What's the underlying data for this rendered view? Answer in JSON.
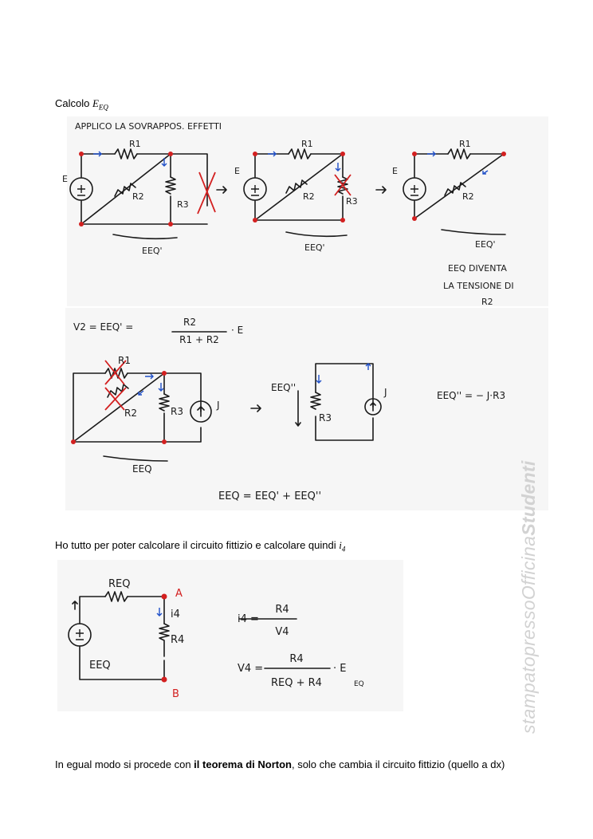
{
  "heading": {
    "prefix": "Calcolo ",
    "var": "E",
    "sub": "EQ"
  },
  "sec1": {
    "top": "APPLICO LA SOVRAPPOS. EFFETTI",
    "c1": {
      "e": "E",
      "r1": "R1",
      "r2": "R2",
      "r3": "R3",
      "eeq": "EEQ'"
    },
    "c2": {
      "e": "E",
      "r1": "R1",
      "r2": "R2",
      "r3": "R3",
      "eeq": "EEQ'"
    },
    "c3": {
      "e": "E",
      "r1": "R1",
      "r2": "R2",
      "eeq": "EEQ'"
    },
    "note": [
      "EEQ DIVENTA",
      "LA TENSIONE DI",
      "R2"
    ]
  },
  "sec2": {
    "v2_lhs": "V2 = EEQ' =",
    "v2_num": "R2",
    "v2_den": "R1 + R2",
    "v2_tail": "· E",
    "c4": {
      "r1": "R1",
      "r2": "R2",
      "r3": "R3",
      "j": "J",
      "eeq": "EEQ"
    },
    "c5": {
      "eeq": "EEQ''",
      "r3": "R3",
      "j": "J"
    },
    "eq_j": "EEQ'' = − J·R3",
    "sum": "EEQ = EEQ' + EEQ''"
  },
  "mid": {
    "text": "Ho tutto per poter calcolare il circuito fittizio e calcolare quindi ",
    "var": "i",
    "sub": "4"
  },
  "sec3": {
    "req": "REQ",
    "a": "A",
    "b": "B",
    "i4": "i4",
    "r4": "R4",
    "eeq": "EEQ",
    "f1_lhs": "i4 =",
    "f1_num": "R4",
    "f1_den": "V4",
    "f2_lhs": "V4 =",
    "f2_num": "R4",
    "f2_den": "REQ + R4",
    "f2_tail": "· E",
    "f2_sub": "EQ"
  },
  "bottom": {
    "pre": "In egual modo si procede con ",
    "bold": "il teorema di Norton",
    "post": ", solo che cambia il circuito fittizio (quello a dx)"
  },
  "watermark": {
    "a": "stampatopresso",
    "b": "Officina",
    "c": "Studenti"
  },
  "colors": {
    "ink": "#1a1a1a",
    "node": "#d32020",
    "arrow": "#2050c8",
    "cross": "#d32020"
  }
}
